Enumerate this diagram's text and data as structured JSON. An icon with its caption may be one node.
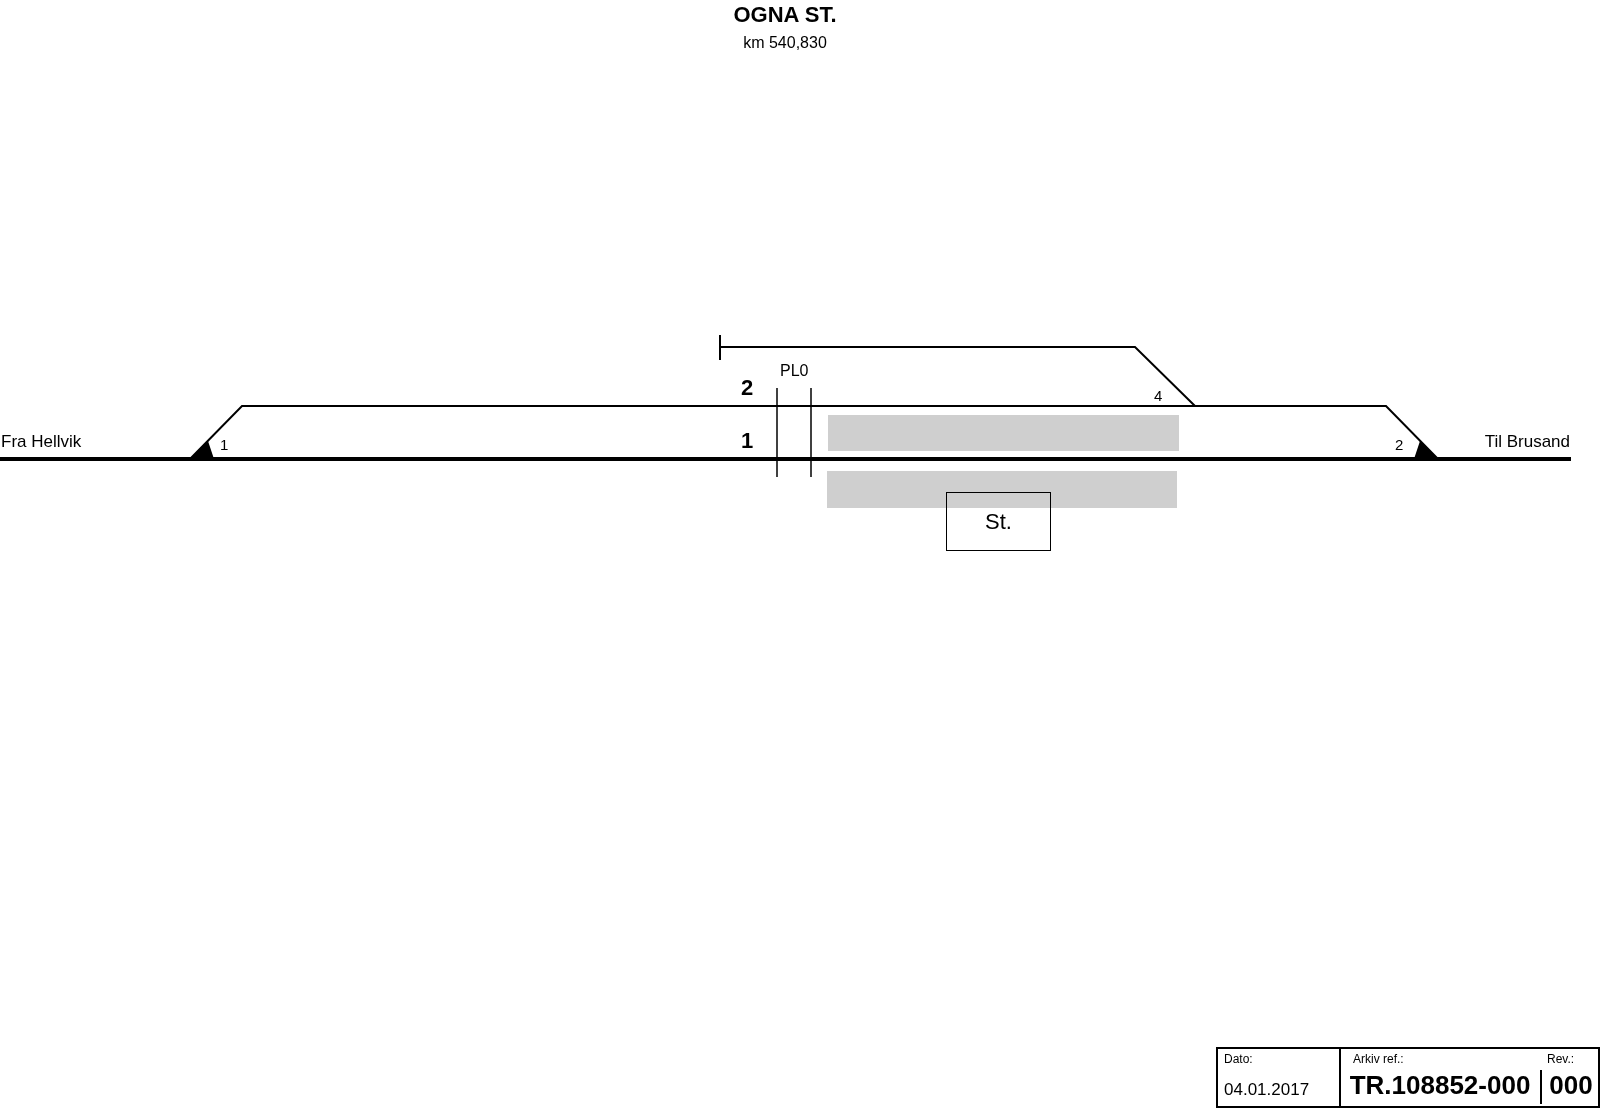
{
  "diagram": {
    "title": "OGNA ST.",
    "nodes": [
      {
        "text": [],
        "shape": "bar"
      },
      {
        "text": [],
        "shape": "bar"
      },
      {
        "text": [
          "St."
        ]
      }
    ],
    "labels": [
      "km 540,830",
      "PL0",
      "2",
      "4",
      "Fra Hellvik",
      "1",
      "1",
      "2",
      "Til Brusand",
      "Dato:",
      "Arkiv ref.:",
      "Rev.:",
      "04.01.2017",
      "TR.108852-000",
      "000"
    ]
  }
}
